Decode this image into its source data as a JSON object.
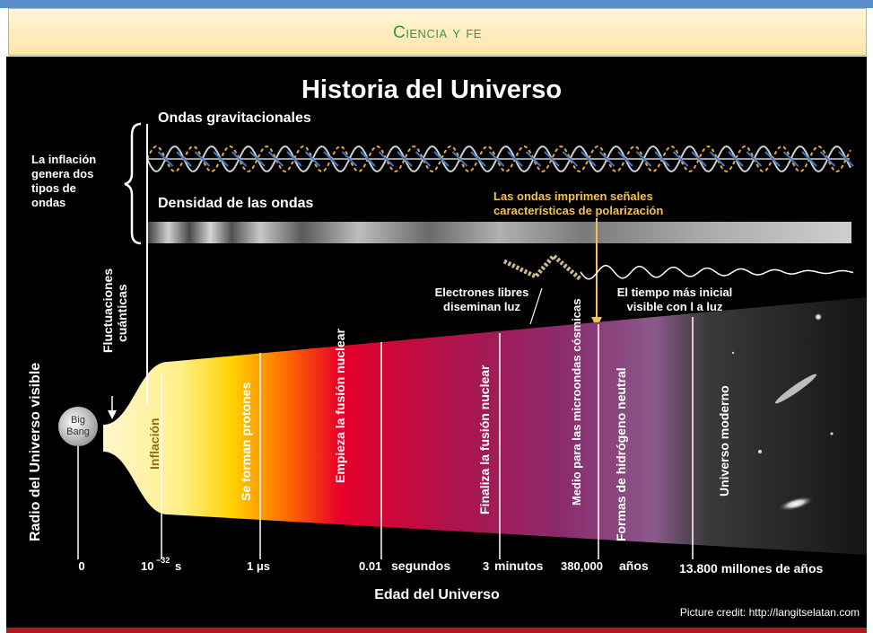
{
  "header": {
    "title": "Ciencia y fe"
  },
  "diagram": {
    "title": "Historia del Universo",
    "left_brace_label": [
      "La inflación",
      "genera dos",
      "tipos de",
      "ondas"
    ],
    "gravitational_waves": "Ondas gravitacionales",
    "wave_density": "Densidad de las ondas",
    "polarization_note": [
      "Las ondas imprimen señales",
      "características de polarización"
    ],
    "electrons_note": [
      "Electrones libres",
      "diseminan luz"
    ],
    "earliest_visible": [
      "El tiempo más inicial",
      "visible con l a luz"
    ],
    "quantum_fluct": [
      "Fluctuaciones",
      "cuánticas"
    ],
    "radius_axis": "Radio del Universo visible",
    "big_bang": [
      "Big",
      "Bang"
    ],
    "stages": [
      "Inflación",
      "Se forman  protones",
      "Empieza la fusión nuclear",
      "Finaliza la fusión nuclear",
      "Medio para las microondas cósmicas",
      "Formas de hidrógeno neutral",
      "Universo moderno"
    ],
    "time_labels": {
      "t0": "0",
      "t1": "10",
      "t1_exp": "−32",
      "t1_unit": "s",
      "t2": "1 μs",
      "t3": "0.01",
      "t3_unit": "segundos",
      "t4": "3",
      "t4_unit": "minutos",
      "t5": "380,000",
      "t5_unit": "años",
      "t6": "13.800 millones de años"
    },
    "x_axis_label": "Edad del Universo",
    "credit": "Picture credit: http://langitselatan.com"
  },
  "colors": {
    "header_title": "#2e9a3e",
    "polarization": "#f5c34b",
    "bottom_bar": "#b2171c"
  }
}
